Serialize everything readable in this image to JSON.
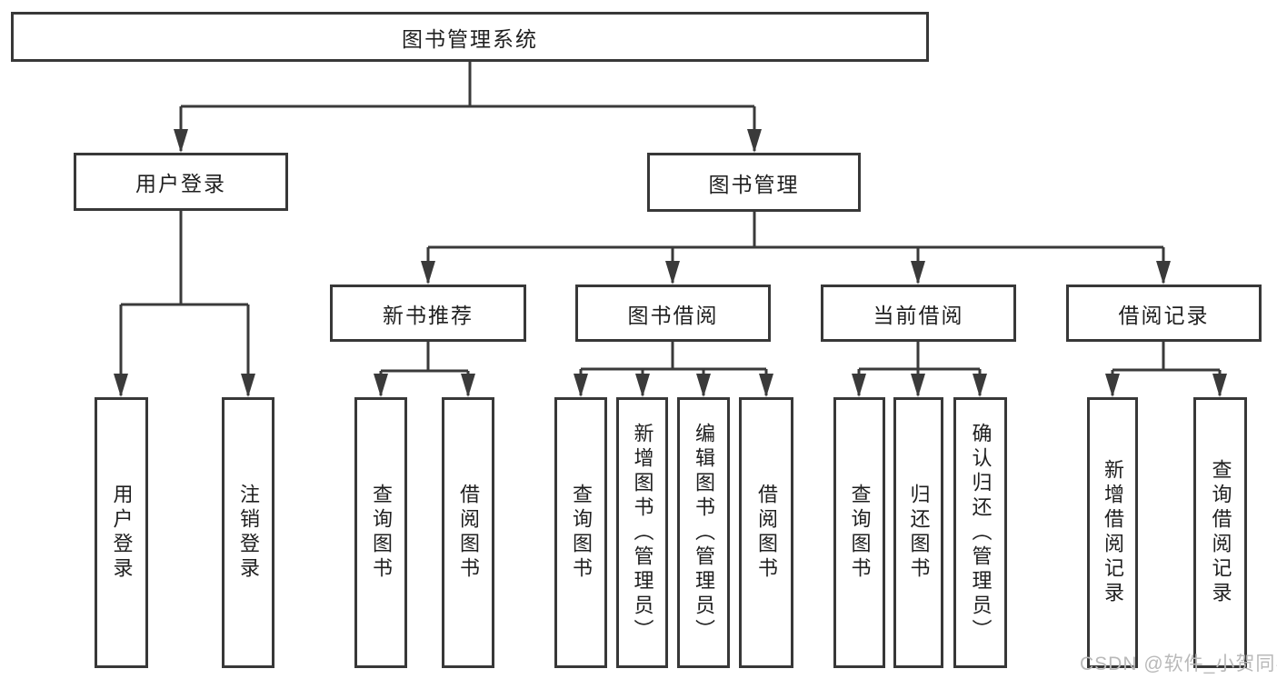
{
  "tree": {
    "label": "图书管理系统",
    "children": [
      {
        "label": "用户登录",
        "children": [
          {
            "label": "用户登录"
          },
          {
            "label": "注销登录"
          }
        ]
      },
      {
        "label": "图书管理",
        "children": [
          {
            "label": "新书推荐",
            "children": [
              {
                "label": "查询图书"
              },
              {
                "label": "借阅图书"
              }
            ]
          },
          {
            "label": "图书借阅",
            "children": [
              {
                "label": "查询图书"
              },
              {
                "label": "新增图书（管理员）"
              },
              {
                "label": "编辑图书（管理员）"
              },
              {
                "label": "借阅图书"
              }
            ]
          },
          {
            "label": "当前借阅",
            "children": [
              {
                "label": "查询图书"
              },
              {
                "label": "归还图书"
              },
              {
                "label": "确认归还（管理员）"
              }
            ]
          },
          {
            "label": "借阅记录",
            "children": [
              {
                "label": "新增借阅记录"
              },
              {
                "label": "查询借阅记录"
              }
            ]
          }
        ]
      }
    ]
  },
  "watermark": {
    "text": "CSDN @软件_小贺同学"
  },
  "colors": {
    "connector": "#3a3a3a",
    "box_border": "#383838",
    "text": "#1f1f1f",
    "watermark": "#b9b9b9",
    "background": "#ffffff"
  }
}
